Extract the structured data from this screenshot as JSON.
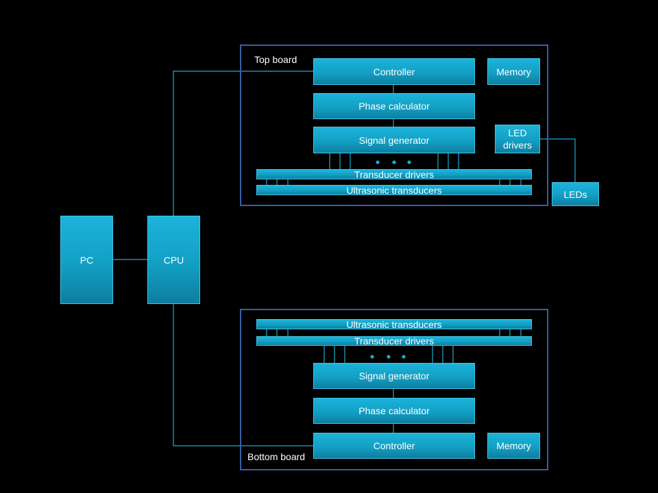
{
  "top_board": {
    "label": "Top board",
    "controller": "Controller",
    "memory": "Memory",
    "phase": "Phase calculator",
    "signal": "Signal generator",
    "led_drivers": "LED drivers",
    "drivers": "Transducer drivers",
    "transducers": "Ultrasonic transducers"
  },
  "bottom_board": {
    "label": "Bottom board",
    "controller": "Controller",
    "memory": "Memory",
    "phase": "Phase calculator",
    "signal": "Signal generator",
    "drivers": "Transducer drivers",
    "transducers": "Ultrasonic transducers"
  },
  "pc": "PC",
  "cpu": "CPU",
  "leds": "LEDs",
  "colors": {
    "block": "#14a6cc",
    "wire": "#1aaed6",
    "frame": "#3a5fa8",
    "background": "#000000"
  }
}
